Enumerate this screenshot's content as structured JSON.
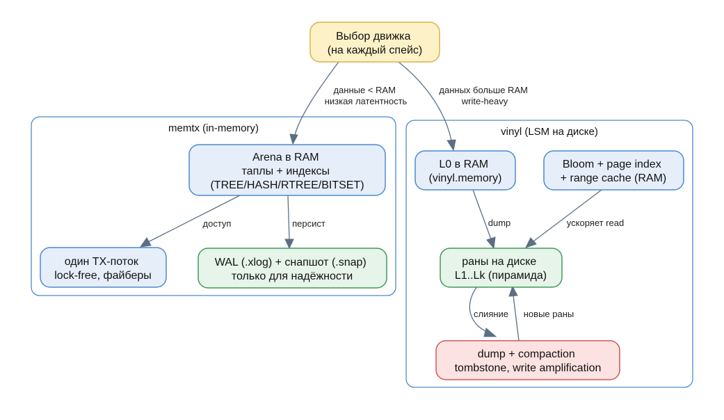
{
  "nodes": {
    "engine_choice": {
      "lines": [
        "Выбор движка",
        "(на каждый спейс)"
      ]
    },
    "arena": {
      "lines": [
        "Arena в RAM",
        "таплы + индексы",
        "(TREE/HASH/RTREE/BITSET)"
      ]
    },
    "single_tx": {
      "lines": [
        "один TX-поток",
        "lock-free, файберы"
      ]
    },
    "wal": {
      "lines": [
        "WAL (.xlog) + снапшот (.snap)",
        "только для надёжности"
      ]
    },
    "l0": {
      "lines": [
        "L0 в RAM",
        "(vinyl.memory)"
      ]
    },
    "bloom": {
      "lines": [
        "Bloom + page index",
        "+ range cache (RAM)"
      ]
    },
    "runs": {
      "lines": [
        "раны на диске",
        "L1..Lk (пирамида)"
      ]
    },
    "compaction": {
      "lines": [
        "dump + compaction",
        "tombstone, write amplification"
      ]
    }
  },
  "clusters": {
    "memtx": {
      "label": "memtx (in-memory)"
    },
    "vinyl": {
      "label": "vinyl (LSM на диске)"
    }
  },
  "edges": {
    "to_memtx": {
      "lines": [
        "данные < RAM",
        "низкая латентность"
      ]
    },
    "to_vinyl": {
      "lines": [
        "данных больше RAM",
        "write-heavy"
      ]
    },
    "access": {
      "lines": [
        "доступ"
      ]
    },
    "persist": {
      "lines": [
        "персист"
      ]
    },
    "dump": {
      "lines": [
        "dump"
      ]
    },
    "speeds_read": {
      "lines": [
        "ускоряет read"
      ]
    },
    "merge": {
      "lines": [
        "слияние"
      ]
    },
    "new_runs": {
      "lines": [
        "новые раны"
      ]
    }
  },
  "colors": {
    "blue_fill": "#e6eefa",
    "blue_stroke": "#4a8ad0",
    "yellow_fill": "#fdf1c8",
    "yellow_stroke": "#d9b34a",
    "green_fill": "#e6f4e9",
    "green_stroke": "#3f9a58",
    "red_fill": "#fde2e2",
    "red_stroke": "#cc5a5a",
    "edge": "#5c6f83"
  }
}
